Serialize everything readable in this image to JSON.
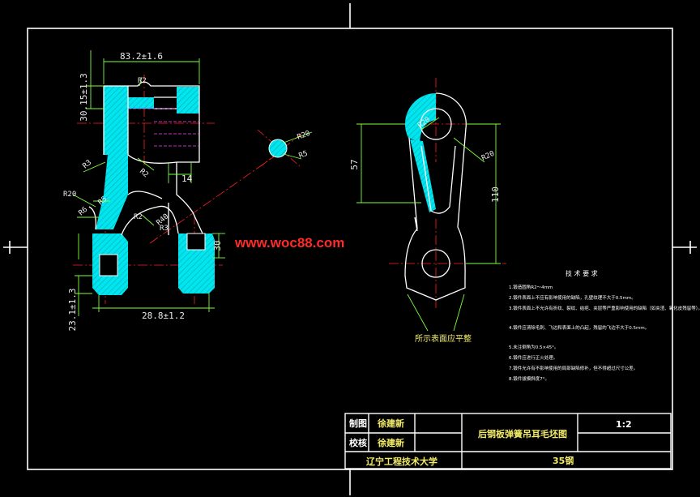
{
  "watermark": "www.woc88.com",
  "colors": {
    "background": "#000000",
    "outline": "#ffffff",
    "section_fill": "#00e5ee",
    "dimension": "#7cff3a",
    "centerline": "#ff2020",
    "hidden_line": "#ff40ff",
    "title_text": "#f3ec6a"
  },
  "left_view": {
    "dims": {
      "width_top": "83.2±1.6",
      "height_top": "30.15±1.3",
      "slot_width": "14",
      "boss_height": "30",
      "height_bottom": "23.1±1.3",
      "width_bottom": "28.8±1.2"
    },
    "radii": [
      "R2",
      "R3",
      "R2",
      "R20",
      "R5",
      "R6",
      "R2",
      "R40",
      "R3"
    ]
  },
  "detail_view": {
    "radii": [
      "R20",
      "R5"
    ]
  },
  "right_view": {
    "dims": {
      "height_a": "57",
      "height_b": "110"
    },
    "radii": [
      "R20",
      "R20"
    ],
    "callout": "所示表面应平整"
  },
  "tech_requirements": {
    "title": "技 术 要 求",
    "items": [
      "1.锻造圆角R2～4mm",
      "2.锻件表面上不应有影响使用的缺陷，孔壁纹理不大于0.5mm。",
      "3.锻件表面上不允许有折纹、裂纹、结疤、夹层等严重影响使用的缺陷（如夹渣、氧化皮残留等）。",
      "4.锻件应清除毛刺、飞边和表面上的凸起，残留的飞边不大于0.5mm。",
      "5.未注倒角为0.5×45°。",
      "6.锻件应进行正火处理。",
      "7.锻件允许有不影响使用的局部缺陷修补，但不得超过尺寸公差。",
      "8.锻件拔模斜度7°。"
    ]
  },
  "title_block": {
    "draw_label": "制图",
    "draw_name": "徐建新",
    "check_label": "校核",
    "check_name": "徐建新",
    "drawing_title": "后钢板弹簧吊耳毛坯图",
    "scale": "1:2",
    "school": "辽宁工程技术大学",
    "material": "35钢"
  }
}
